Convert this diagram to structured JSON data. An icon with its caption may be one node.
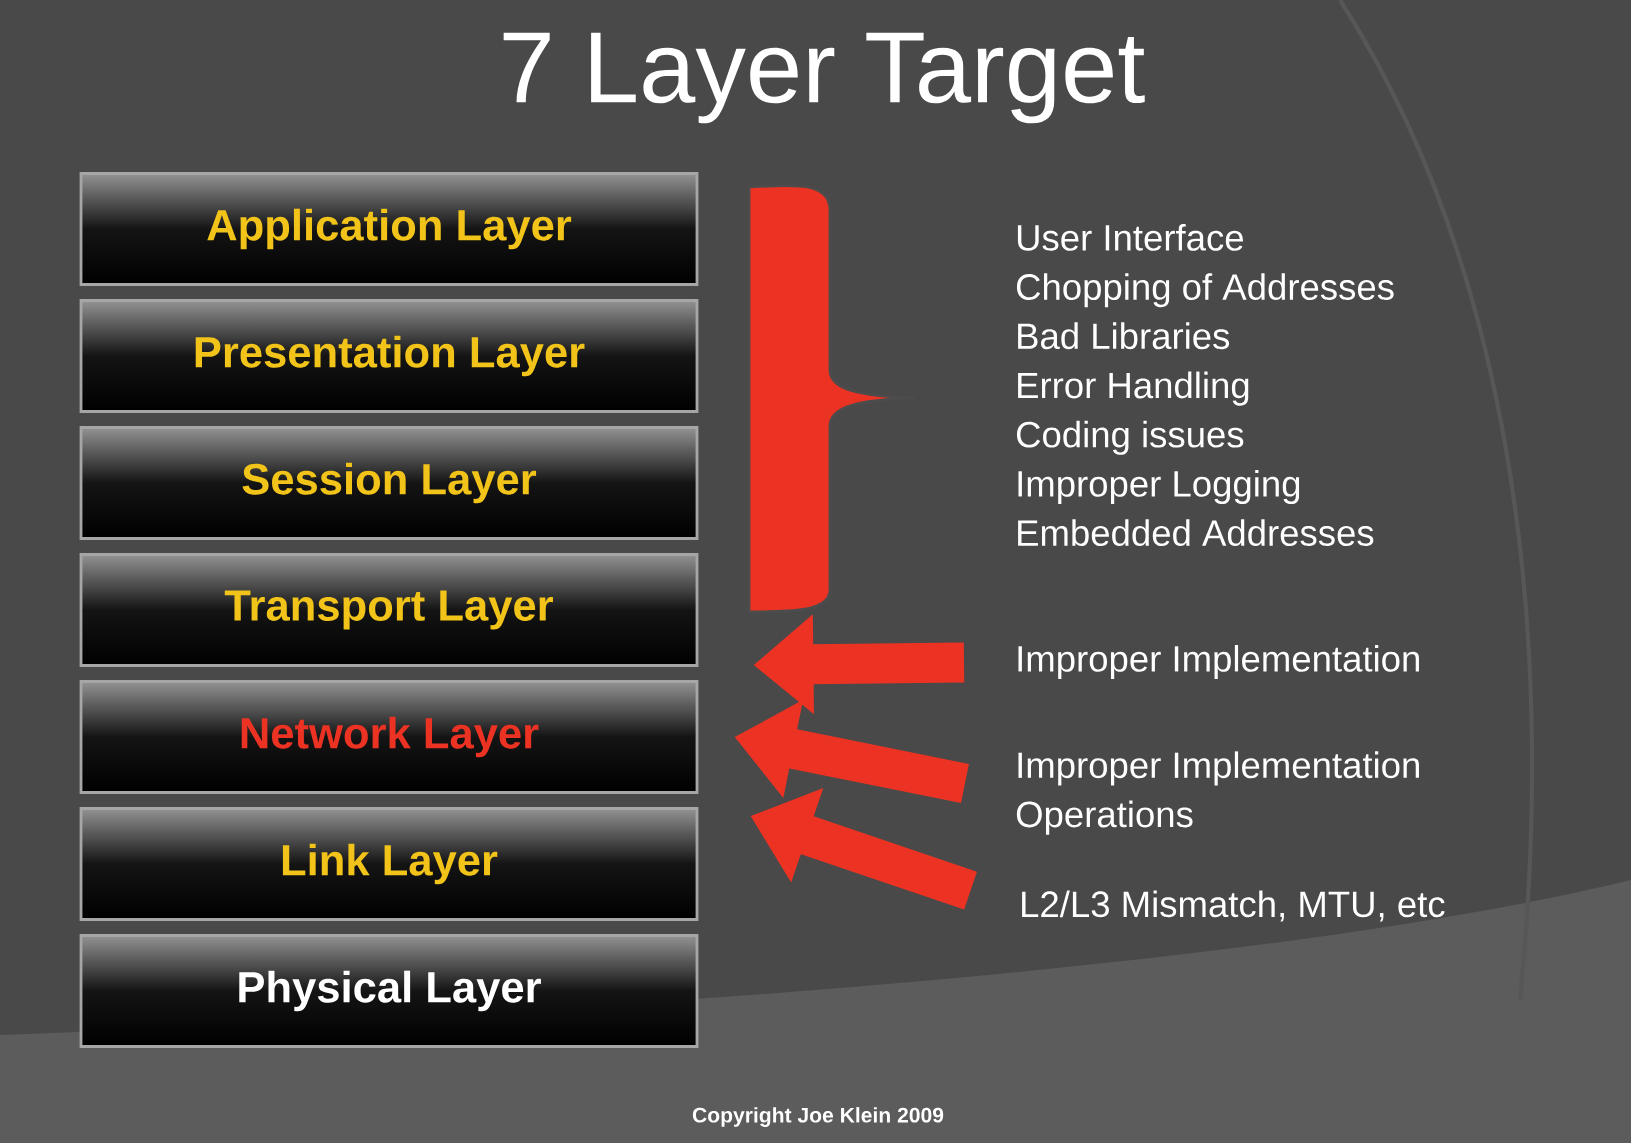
{
  "diagram": {
    "title": "7 Layer Target",
    "nodes": [
      {
        "text": [
          "Application Layer"
        ]
      },
      {
        "text": [
          "Presentation Layer"
        ]
      },
      {
        "text": [
          "Session Layer"
        ]
      },
      {
        "text": [
          "Transport Layer"
        ]
      },
      {
        "text": [
          "Network Layer"
        ]
      },
      {
        "text": [
          "Link Layer"
        ]
      },
      {
        "text": [
          "Physical Layer"
        ]
      },
      {
        "text": [
          "User Interface",
          "Chopping of Addresses",
          "Bad Libraries",
          "Error Handling",
          "Coding issues",
          "Improper Logging",
          "Embedded Addresses"
        ]
      },
      {
        "text": [
          "Improper Implementation"
        ]
      },
      {
        "text": [
          "Improper Implementation",
          "Operations"
        ]
      },
      {
        "text": [
          "L2/L3 Mismatch, MTU, etc"
        ]
      }
    ],
    "edges": [
      {
        "from": 8,
        "to": 3,
        "arrow": "to"
      },
      {
        "from": 9,
        "to": 4,
        "arrow": "to"
      },
      {
        "from": 10,
        "to": 5,
        "arrow": "to"
      }
    ],
    "labels": [
      "Copyright  Joe Klein 2009"
    ]
  }
}
